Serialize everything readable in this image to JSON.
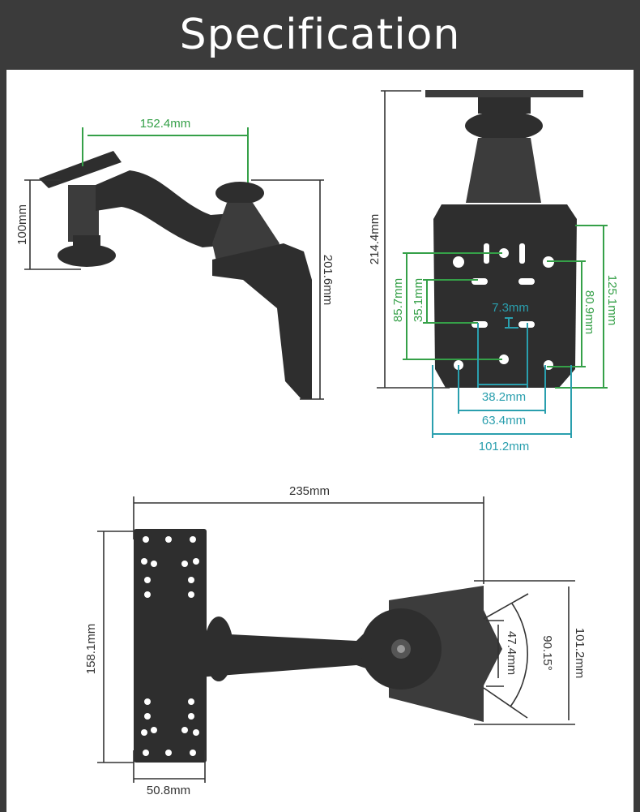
{
  "header": {
    "title": "Specification"
  },
  "side_view": {
    "width": "152.4mm",
    "height_left": "100mm",
    "height_right": "201.6mm"
  },
  "back_view": {
    "total_height": "214.4mm",
    "h1": "85.7mm",
    "h2": "35.1mm",
    "h3": "80.9mm",
    "h4": "125.1mm",
    "slot": "7.3mm",
    "w1": "38.2mm",
    "w2": "63.4mm",
    "w3": "101.2mm"
  },
  "top_view": {
    "length": "235mm",
    "plate_height": "158.1mm",
    "plate_width": "50.8mm",
    "bracket_height": "101.2mm",
    "notch": "47.4mm",
    "angle": "90.15°"
  },
  "colors": {
    "header": "#3b3b3b",
    "green": "#35a048",
    "teal": "#2a9fae"
  }
}
